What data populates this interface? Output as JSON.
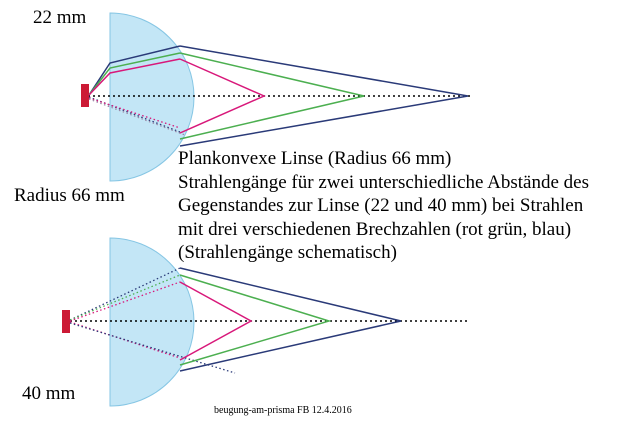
{
  "labels": {
    "top_distance": "22 mm",
    "radius": "Radius 66 mm",
    "bottom_distance": "40 mm"
  },
  "caption": [
    "Plankonvexe Linse (Radius 66 mm)",
    "Strahlengänge für zwei unterschiedliche Abstände des",
    "Gegenstandes zur Linse (22 und 40 mm) bei Strahlen",
    "mit drei verschiedenen Brechzahlen (rot  grün, blau)",
    "(Strahlengänge schematisch)"
  ],
  "footer": "beugung-am-prisma FB 12.4.2016",
  "colors": {
    "lens_fill": "#c3e6f6",
    "lens_stroke": "#86c6e4",
    "object": "#cc1a35",
    "ray_red": "#d8187a",
    "ray_green": "#4caf50",
    "ray_blue": "#2a3a78",
    "axis": "#000000"
  }
}
